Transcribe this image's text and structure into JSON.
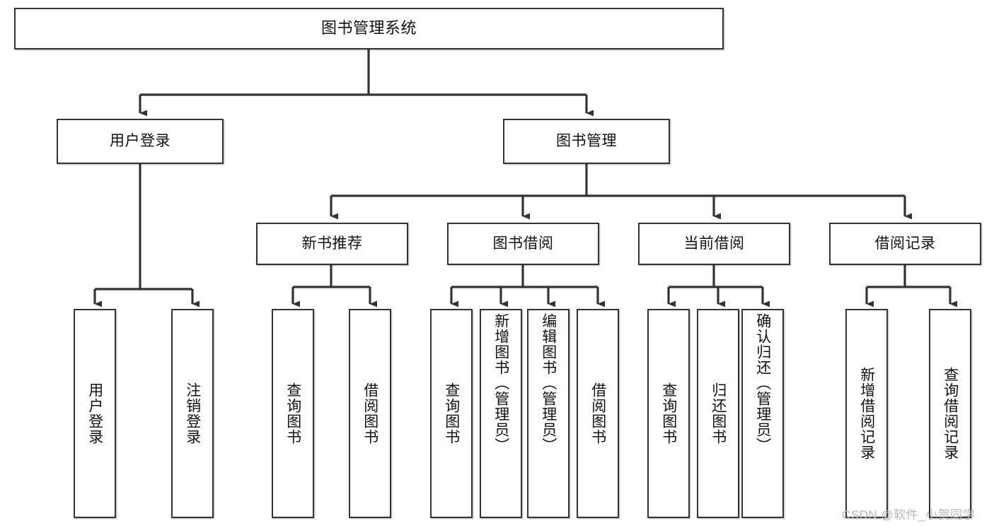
{
  "diagram": {
    "title": "图书管理系统",
    "type": "tree-hierarchy-chart",
    "orientation": "top-down",
    "root": {
      "label": "图书管理系统"
    },
    "level2": [
      {
        "label": "用户登录"
      },
      {
        "label": "图书管理"
      }
    ],
    "level3": [
      {
        "label": "新书推荐"
      },
      {
        "label": "图书借阅"
      },
      {
        "label": "当前借阅"
      },
      {
        "label": "借阅记录"
      }
    ],
    "leaves": [
      {
        "label": "用户登录",
        "parent": "用户登录"
      },
      {
        "label": "注销登录",
        "parent": "用户登录"
      },
      {
        "label": "查询图书",
        "parent": "新书推荐"
      },
      {
        "label": "借阅图书",
        "parent": "新书推荐"
      },
      {
        "label": "查询图书",
        "parent": "图书借阅"
      },
      {
        "label": "新增图书（管理员）",
        "parent": "图书借阅"
      },
      {
        "label": "编辑图书（管理员）",
        "parent": "图书借阅"
      },
      {
        "label": "借阅图书",
        "parent": "图书借阅"
      },
      {
        "label": "查询图书",
        "parent": "当前借阅"
      },
      {
        "label": "归还图书",
        "parent": "当前借阅"
      },
      {
        "label": "确认归还（管理员）",
        "parent": "当前借阅"
      },
      {
        "label": "新增借阅记录",
        "parent": "借阅记录"
      },
      {
        "label": "查询借阅记录",
        "parent": "借阅记录"
      }
    ]
  },
  "watermark": {
    "text": "CSDN @软件_小贺同学"
  },
  "colors": {
    "stroke": "#333333",
    "background": "#ffffff",
    "text": "#111111",
    "watermark": "#b9b9b9"
  }
}
